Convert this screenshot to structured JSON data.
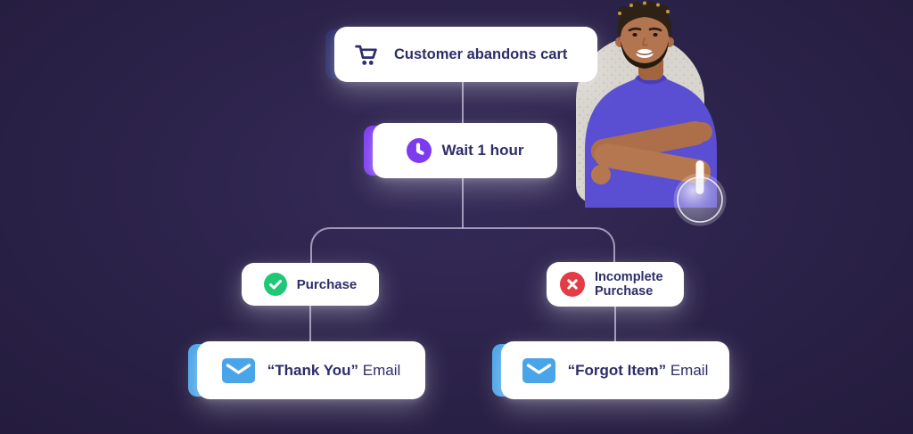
{
  "colors": {
    "background": "#2a2148",
    "card": "#ffffff",
    "text": "#2d2e68",
    "navy_accent": "#2d2f6b",
    "violet_accent": "#7d3bf0",
    "green": "#1fc874",
    "red": "#e23c45",
    "blue": "#4aa4e8",
    "connector": "#cfc9e4"
  },
  "flow": {
    "trigger": {
      "label": "Customer abandons cart",
      "icon": "cart"
    },
    "wait": {
      "label": "Wait 1 hour",
      "icon": "clock"
    },
    "purchase": {
      "label": "Purchase",
      "icon": "check"
    },
    "incomplete": {
      "label": "Incomplete Purchase",
      "icon": "cross"
    },
    "thank_you_email": {
      "quoted": "“Thank You”",
      "rest": " Email",
      "icon": "envelope"
    },
    "forgot_item_email": {
      "quoted": "“Forgot Item”",
      "rest": " Email",
      "icon": "envelope"
    }
  },
  "illustration": {
    "person_alt": "Smiling man with arms crossed wearing a purple t-shirt in front of a light speckled arch with a glass circle"
  }
}
